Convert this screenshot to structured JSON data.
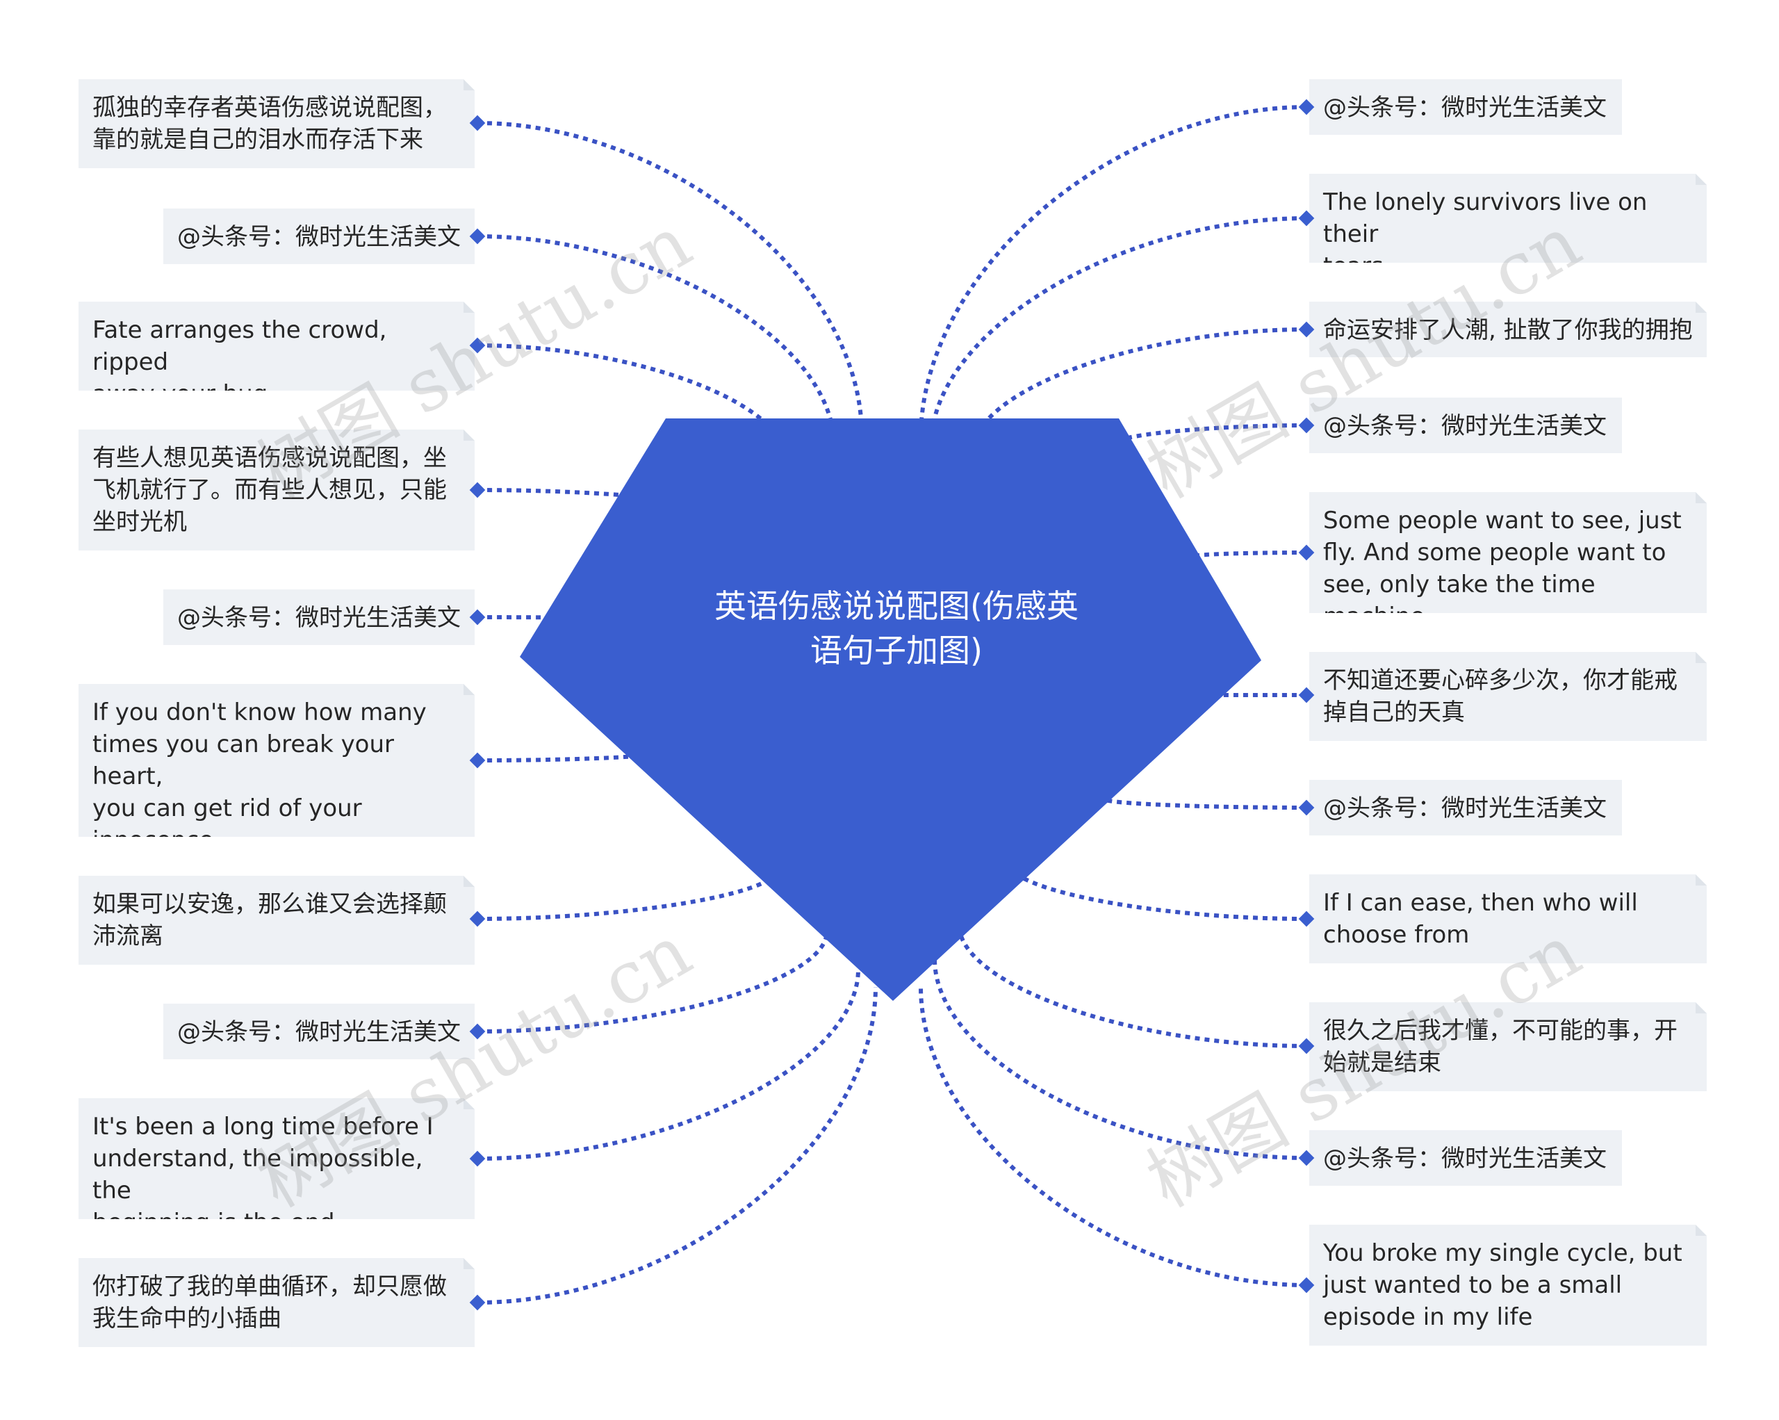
{
  "center": {
    "title": "英语伤感说说配图(伤感英语句子加图)"
  },
  "left_nodes": [
    {
      "text": "孤独的幸存者英语伤感说说配图，\n靠的就是自己的泪水而存活下来"
    },
    {
      "text": "@头条号：微时光生活美文"
    },
    {
      "text": "Fate arranges the crowd, ripped\naway your hug"
    },
    {
      "text": "有些人想见英语伤感说说配图，坐\n飞机就行了。而有些人想见，只能\n坐时光机"
    },
    {
      "text": "@头条号：微时光生活美文"
    },
    {
      "text": "If you don't know how many\ntimes you can break your heart,\nyou can get rid of your\ninnocence"
    },
    {
      "text": "如果可以安逸，那么谁又会选择颠\n沛流离"
    },
    {
      "text": "@头条号：微时光生活美文"
    },
    {
      "text": "It's been a long time before I\nunderstand, the impossible, the\nbeginning is the end."
    },
    {
      "text": "你打破了我的单曲循环，却只愿做\n我生命中的小插曲"
    }
  ],
  "right_nodes": [
    {
      "text": "@头条号：微时光生活美文"
    },
    {
      "text": "The lonely survivors live on their\n tears."
    },
    {
      "text": "命运安排了人潮, 扯散了你我的拥抱"
    },
    {
      "text": "@头条号：微时光生活美文"
    },
    {
      "text": "Some people want to see, just\nfly. And some people want to\nsee, only take the time machine"
    },
    {
      "text": "不知道还要心碎多少次，你才能戒\n掉自己的天真"
    },
    {
      "text": "@头条号：微时光生活美文"
    },
    {
      "text": "If I can ease, then who will\nchoose from"
    },
    {
      "text": "很久之后我才懂，不可能的事，开\n始就是结束"
    },
    {
      "text": "@头条号：微时光生活美文"
    },
    {
      "text": "You broke my single cycle, but\njust wanted to be a small\nepisode in my life"
    }
  ],
  "watermark": "树图 shutu.cn",
  "colors": {
    "center": "#3a5ecf",
    "connector": "#3a52c4",
    "node_bg": "#eef1f5"
  }
}
